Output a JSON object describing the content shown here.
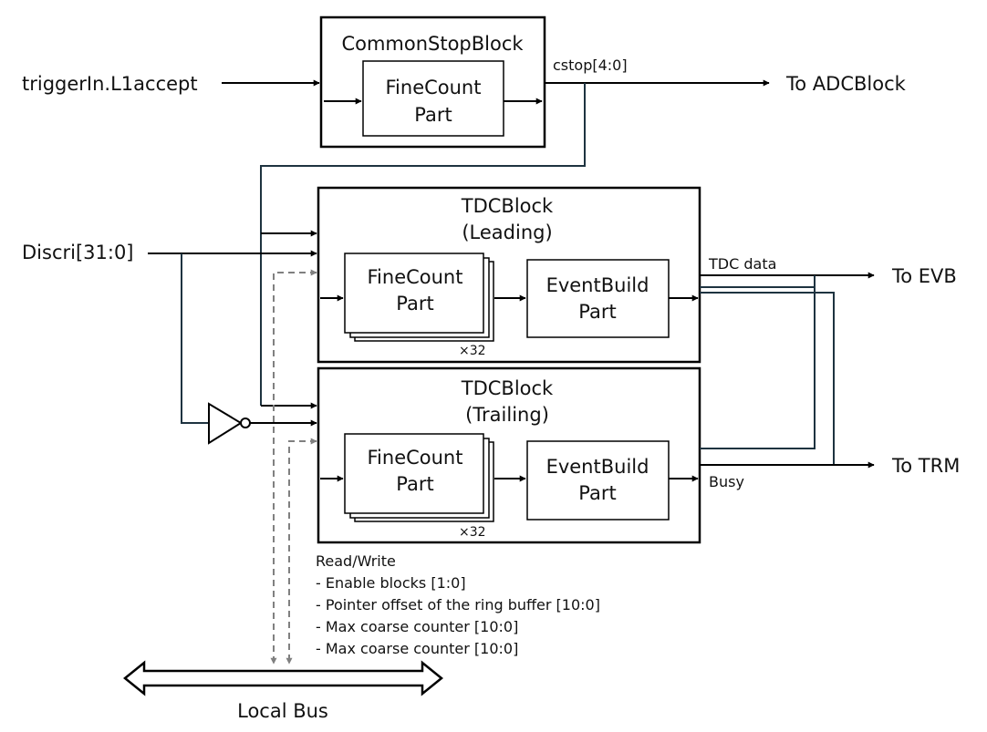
{
  "inputs": {
    "trigger": "triggerIn.L1accept",
    "discri": "Discri[31:0]"
  },
  "common_stop": {
    "title": "CommonStopBlock",
    "inner_line1": "FineCount",
    "inner_line2": "Part",
    "output_signal": "cstop[4:0]",
    "output_dest": "To ADCBlock"
  },
  "tdc_leading": {
    "title_line1": "TDCBlock",
    "title_line2": "(Leading)",
    "finecount_line1": "FineCount",
    "finecount_line2": "Part",
    "eventbuild_line1": "EventBuild",
    "eventbuild_line2": "Part",
    "multiplicity": "×32"
  },
  "tdc_trailing": {
    "title_line1": "TDCBlock",
    "title_line2": "(Trailing)",
    "finecount_line1": "FineCount",
    "finecount_line2": "Part",
    "eventbuild_line1": "EventBuild",
    "eventbuild_line2": "Part",
    "multiplicity": "×32"
  },
  "outputs": {
    "tdc_data": "TDC data",
    "to_evb": "To EVB",
    "busy": "Busy",
    "to_trm": "To TRM"
  },
  "register_note": {
    "header": "Read/Write",
    "items": [
      "- Enable blocks [1:0]",
      "- Pointer offset of the ring buffer [10:0]",
      "- Max coarse counter [10:0]",
      "- Max coarse counter [10:0]"
    ]
  },
  "local_bus": "Local Bus",
  "colors": {
    "line": "#000000",
    "wire_dark": "#1e3340",
    "dashed": "#808080"
  }
}
